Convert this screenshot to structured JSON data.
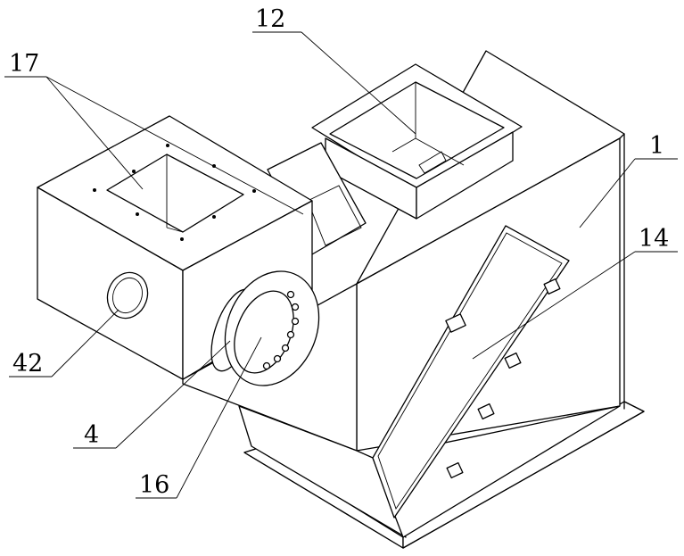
{
  "labels": {
    "l12": "12",
    "l17": "17",
    "l1": "1",
    "l14": "14",
    "l42": "42",
    "l4": "4",
    "l16": "16"
  },
  "colors": {
    "stroke": "#000000",
    "background": "#ffffff"
  }
}
